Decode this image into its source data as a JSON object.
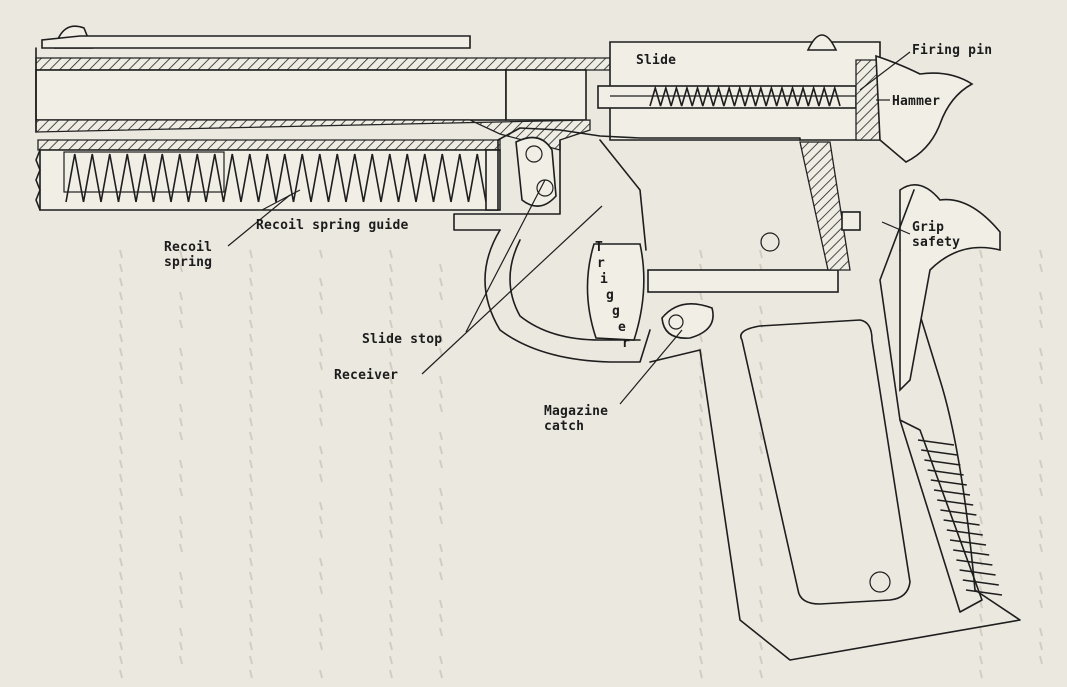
{
  "labels": {
    "slide": "Slide",
    "firing_pin": "Firing pin",
    "hammer": "Hammer",
    "recoil_spring_guide": "Recoil spring guide",
    "recoil_spring_line1": "Recoil",
    "recoil_spring_line2": "spring",
    "grip_safety_line1": "Grip",
    "grip_safety_line2": "safety",
    "trigger_letters": [
      "T",
      "r",
      "i",
      "g",
      "g",
      "e",
      "r"
    ],
    "slide_stop": "Slide stop",
    "receiver": "Receiver",
    "magazine_catch_line1": "Magazine",
    "magazine_catch_line2": "catch"
  },
  "colors": {
    "paper": "#ebe8df",
    "ink": "#1e1e1e"
  }
}
